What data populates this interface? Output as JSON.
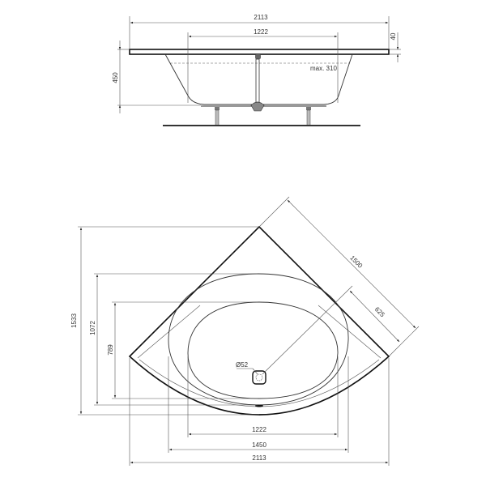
{
  "side_view": {
    "overall_length": "2113",
    "inner_length": "1222",
    "rim_thickness": "40",
    "height": "450",
    "water_level": "max. 310"
  },
  "plan_view": {
    "side_length": "1500",
    "drain_offset": "625",
    "overall_depth": "1533",
    "outer_basin_depth": "1072",
    "inner_basin_depth": "789",
    "drain_diameter": "Ø52",
    "inner_width": "1222",
    "outer_basin_width": "1450",
    "overall_width": "2113"
  }
}
